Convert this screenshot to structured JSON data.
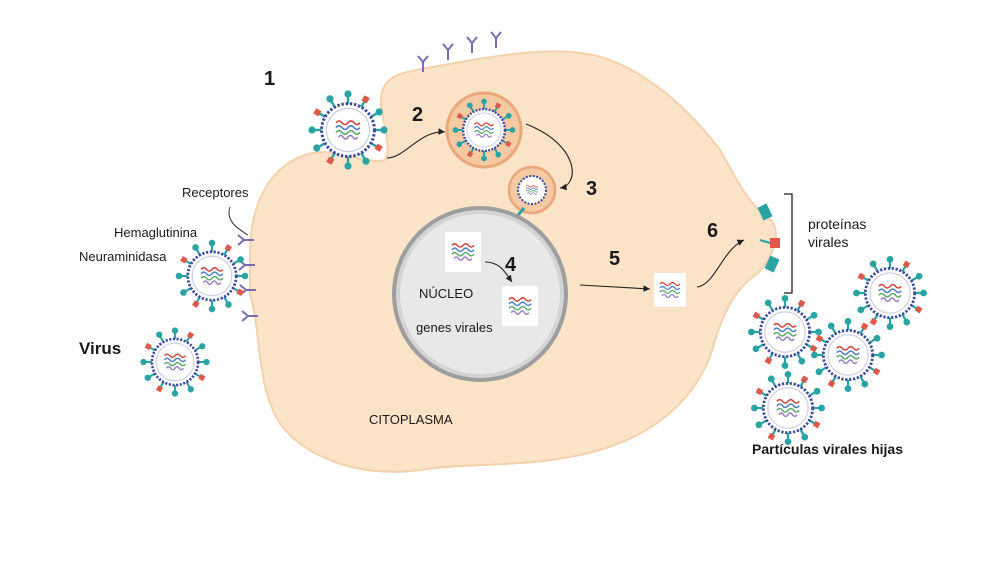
{
  "labels": {
    "receptors": "Receptores",
    "hemagglutinin": "Hemaglutinina",
    "neuraminidase": "Neuraminidasa",
    "virus": "Virus",
    "nucleus": "NÚCLEO",
    "viral_genes": "genes virales",
    "cytoplasm": "CITOPLASMA",
    "viral_proteins_line1": "proteínas",
    "viral_proteins_line2": "virales",
    "daughter_particles": "Partículas virales hijas"
  },
  "steps": [
    "1",
    "2",
    "3",
    "4",
    "5",
    "6"
  ],
  "colors": {
    "cell_fill": "#fbe3c8",
    "cell_stroke": "#f3d1ac",
    "nucleus_fill": "#e6e6e6",
    "nucleus_ring": "#a8a8a8",
    "capsid_spike_teal": "#2aa3a3",
    "capsid_spike_red": "#e0584a",
    "envelope_blue": "#3a4b9a",
    "receptor_purple": "#7b6bb0",
    "rna_red": "#d0443a",
    "rna_blue": "#4a7dc4",
    "rna_green": "#5aa86a"
  }
}
